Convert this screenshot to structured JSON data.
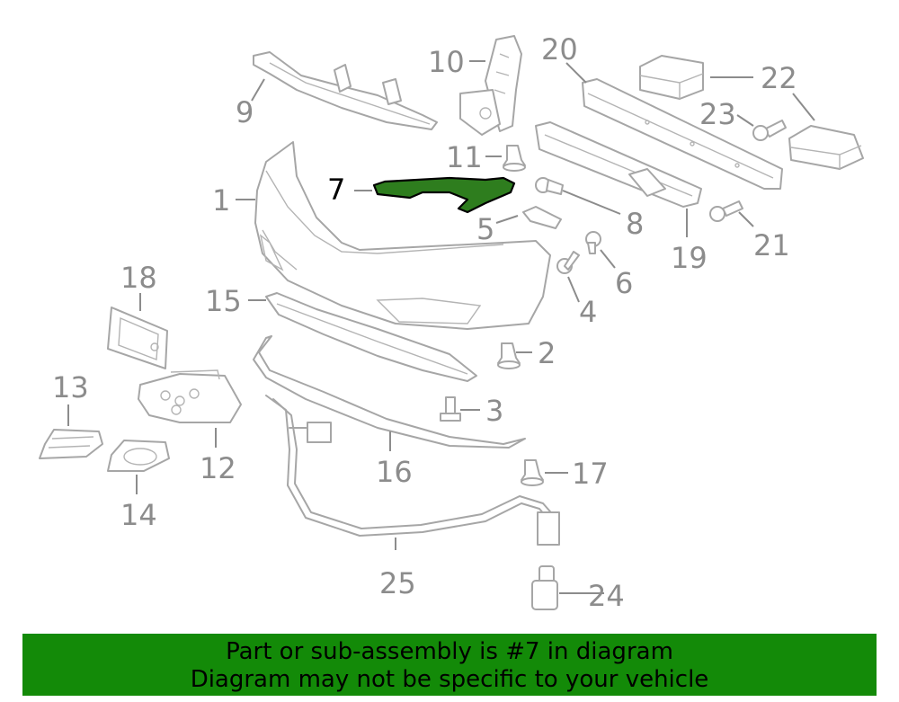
{
  "callouts": [
    {
      "id": "1",
      "label": "1"
    },
    {
      "id": "2",
      "label": "2"
    },
    {
      "id": "3",
      "label": "3"
    },
    {
      "id": "4",
      "label": "4"
    },
    {
      "id": "5",
      "label": "5"
    },
    {
      "id": "6",
      "label": "6"
    },
    {
      "id": "7",
      "label": "7"
    },
    {
      "id": "8",
      "label": "8"
    },
    {
      "id": "9",
      "label": "9"
    },
    {
      "id": "10",
      "label": "10"
    },
    {
      "id": "11",
      "label": "11"
    },
    {
      "id": "12",
      "label": "12"
    },
    {
      "id": "13",
      "label": "13"
    },
    {
      "id": "14",
      "label": "14"
    },
    {
      "id": "15",
      "label": "15"
    },
    {
      "id": "16",
      "label": "16"
    },
    {
      "id": "17",
      "label": "17"
    },
    {
      "id": "18",
      "label": "18"
    },
    {
      "id": "19",
      "label": "19"
    },
    {
      "id": "20",
      "label": "20"
    },
    {
      "id": "21",
      "label": "21"
    },
    {
      "id": "22",
      "label": "22"
    },
    {
      "id": "23",
      "label": "23"
    },
    {
      "id": "24",
      "label": "24"
    },
    {
      "id": "25",
      "label": "25"
    }
  ],
  "highlighted_part": "7",
  "colors": {
    "highlight_fill": "#2e7d1e",
    "banner_background": "#138a08",
    "part_lines": "#a6a6a6"
  },
  "banner": {
    "line1": "Part or sub-assembly is #7 in diagram",
    "line2": "Diagram may not be specific to your vehicle"
  }
}
